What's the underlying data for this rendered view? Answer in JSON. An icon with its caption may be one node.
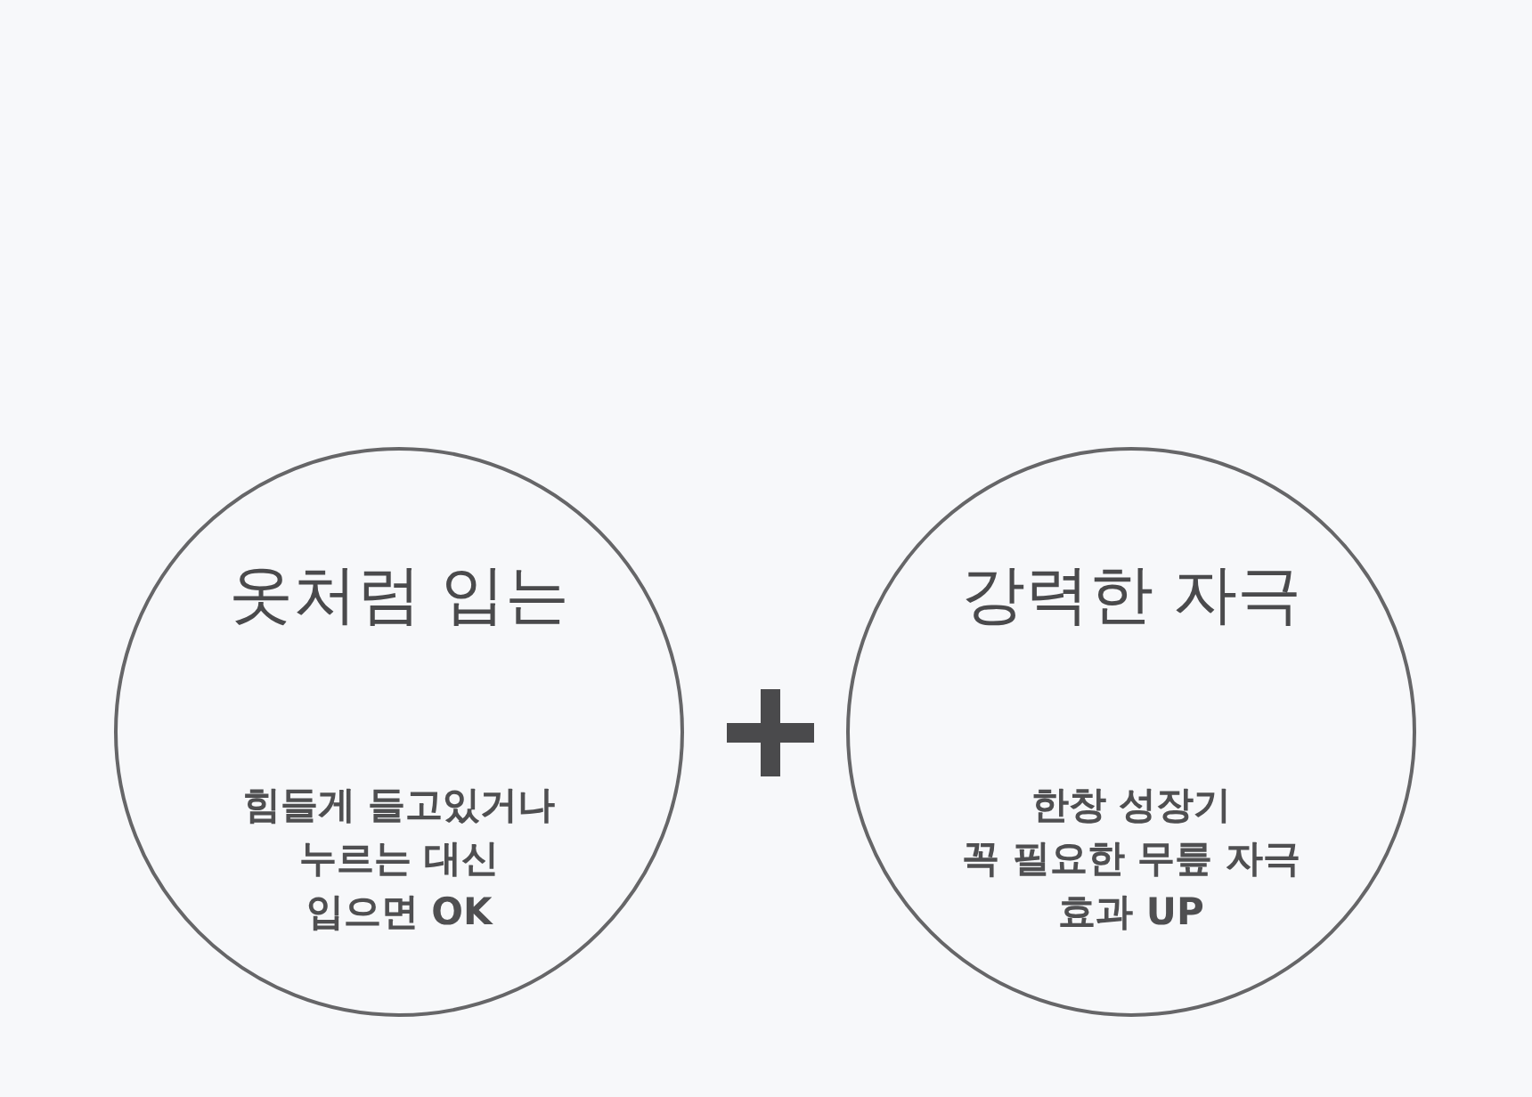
{
  "diagram": {
    "nodes": [
      {
        "text": [
          "옷처럼 입는",
          "힘들게 들고있거나 누르는 대신 입으면 OK"
        ]
      },
      {
        "text": [
          "강력한 자극",
          "한창 성장기 꼭 필요한 무릎 자극 효과 UP"
        ]
      }
    ]
  }
}
